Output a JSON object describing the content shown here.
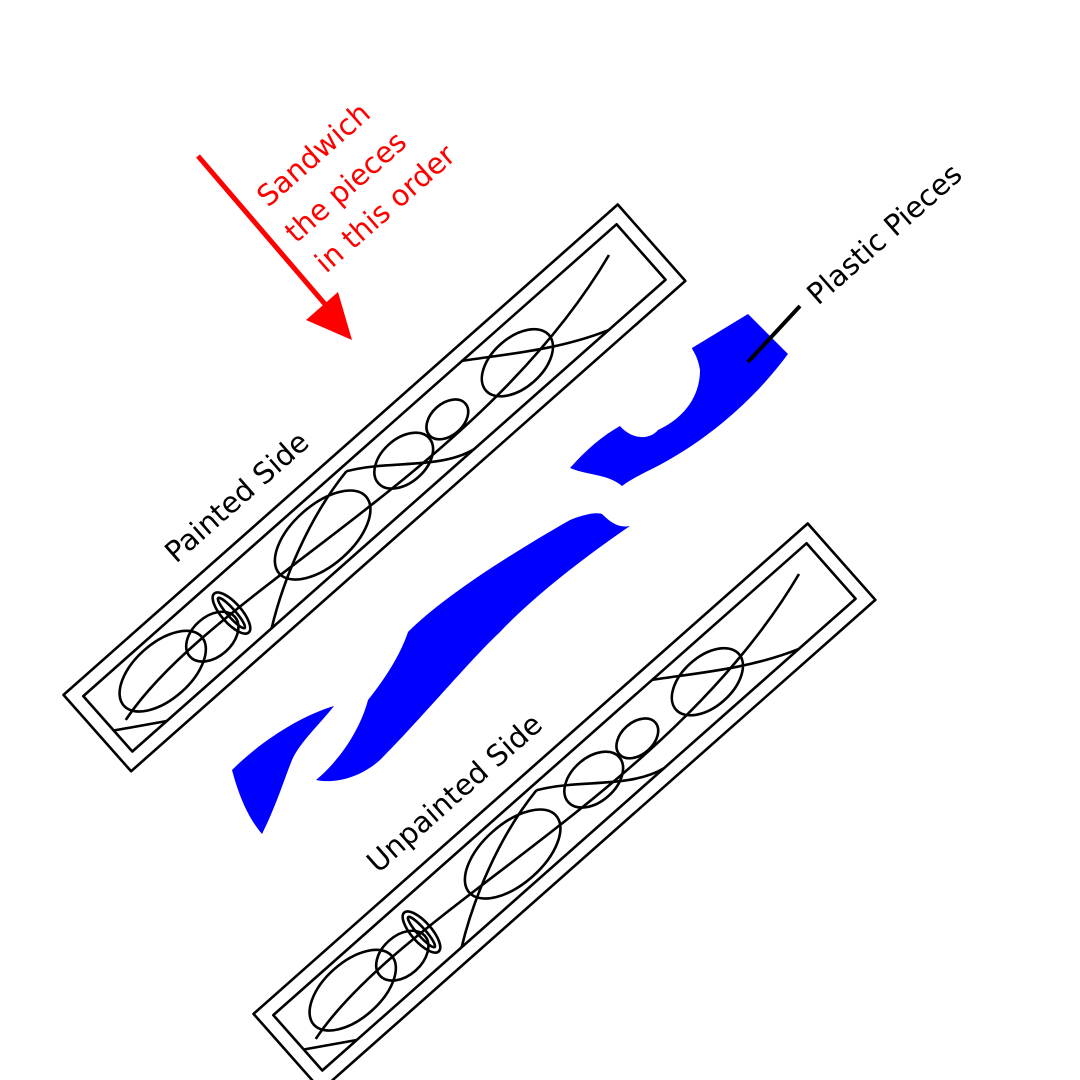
{
  "labels": {
    "painted_side": "Painted Side",
    "unpainted_side": "Unpainted Side",
    "plastic_pieces": "Plastic Pieces",
    "instruction": [
      "Sandwich",
      "the pieces",
      "in this order"
    ]
  },
  "colors": {
    "instruction": "#ff0000",
    "plastic": "#0000ff",
    "outline": "#000000",
    "background": "#ffffff"
  }
}
